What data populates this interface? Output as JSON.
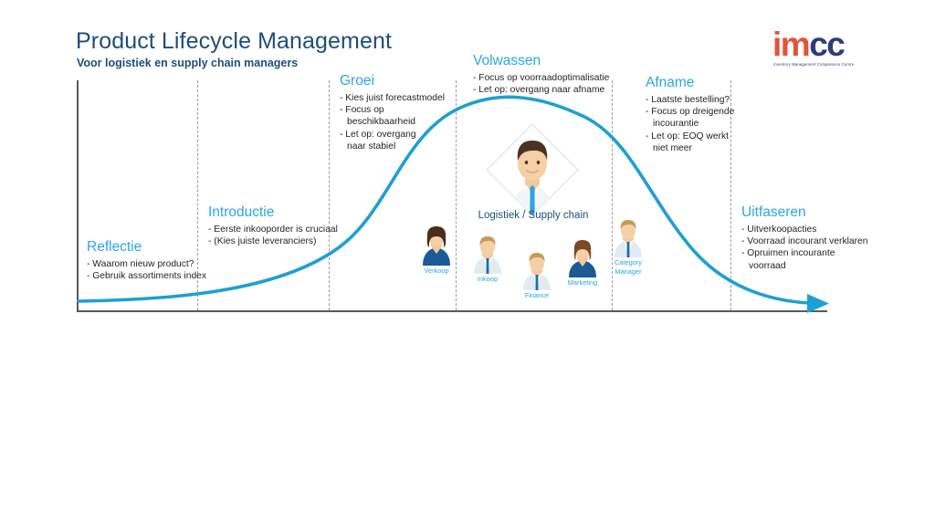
{
  "header": {
    "title": "Product Lifecycle Management",
    "subtitle": "Voor logistiek en supply chain managers"
  },
  "logo": {
    "word_first": "im",
    "word_second": "cc",
    "tagline": "Inventory Management Competence Centre",
    "color_first": "#e2533a",
    "color_second": "#2c3c7c"
  },
  "stages": [
    {
      "id": "reflectie",
      "heading": "Reflectie",
      "bullets": [
        "- Waarom nieuw product?",
        "- Gebruik assortiments index"
      ]
    },
    {
      "id": "introductie",
      "heading": "Introductie",
      "bullets": [
        "- Eerste inkooporder is cruciaal",
        "- (Kies juiste leveranciers)"
      ]
    },
    {
      "id": "groei",
      "heading": "Groei",
      "bullets": [
        "- Kies juist forecastmodel",
        "- Focus op",
        "beschikbaarheid",
        "- Let op: overgang",
        "naar stabiel"
      ]
    },
    {
      "id": "volwassen",
      "heading": "Volwassen",
      "bullets": [
        "- Focus op voorraadoptimalisatie",
        "- Let op: overgang naar afname"
      ]
    },
    {
      "id": "afname",
      "heading": "Afname",
      "bullets": [
        "- Laatste bestelling?",
        "- Focus op dreigende",
        "incourantie",
        "- Let op: EOQ werkt",
        "niet meer"
      ]
    },
    {
      "id": "uitfaseren",
      "heading": "Uitfaseren",
      "bullets": [
        "- Uitverkoopacties",
        "- Voorraad incourant verklaren",
        "- Opruimen incourante",
        "voorraad"
      ]
    }
  ],
  "hero": {
    "label": "Logistiek / Supply chain"
  },
  "roles": [
    {
      "id": "verkoop",
      "label": "Verkoop",
      "gender": "female",
      "shirt": "#1b5a96",
      "hair": "#4a2c1a"
    },
    {
      "id": "inkoop",
      "label": "Inkoop",
      "gender": "male",
      "shirt": "#dfe8ef",
      "hair": "#c79a5b"
    },
    {
      "id": "finance",
      "label": "Finance",
      "gender": "male",
      "shirt": "#dfe8ef",
      "hair": "#c79a5b"
    },
    {
      "id": "marketing",
      "label": "Marketing",
      "gender": "female",
      "shirt": "#1b5a96",
      "hair": "#7a4a22"
    },
    {
      "id": "category-manager",
      "label_line1": "Category",
      "label_line2": "Manager",
      "gender": "male",
      "shirt": "#dfe8ef",
      "hair": "#c79a5b"
    }
  ],
  "colors": {
    "accent_blue": "#2ca6de",
    "heading_navy": "#1f4e79",
    "axis_gray": "#58595b",
    "curve": "#1e9fd4"
  }
}
